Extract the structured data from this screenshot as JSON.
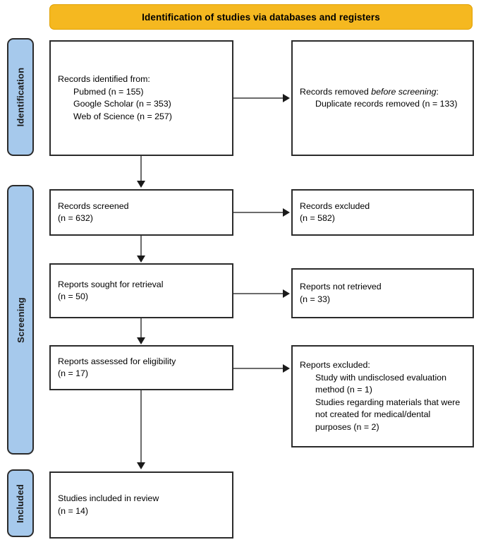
{
  "banner": {
    "title": "Identification of studies via databases and registers"
  },
  "stages": [
    {
      "id": "identification",
      "label": "Identification"
    },
    {
      "id": "screening",
      "label": "Screening"
    },
    {
      "id": "included",
      "label": "Included"
    }
  ],
  "boxes": {
    "records_identified": {
      "title": "Records identified from:",
      "items": [
        "Pubmed (n = 155)",
        "Google Scholar (n = 353)",
        "Web of Science (n = 257)"
      ]
    },
    "records_removed": {
      "title_lead": "Records removed ",
      "title_italic": "before screening",
      "title_tail": ":",
      "items": [
        "Duplicate records removed (n = 133)"
      ]
    },
    "records_screened": {
      "title": "Records screened",
      "count": "(n = 632)"
    },
    "records_excluded": {
      "title": "Records excluded",
      "count": "(n = 582)"
    },
    "reports_sought": {
      "title": "Reports sought for retrieval",
      "count": "(n = 50)"
    },
    "reports_not_retrieved": {
      "title": "Reports not retrieved",
      "count": "(n = 33)"
    },
    "reports_assessed": {
      "title": "Reports assessed for eligibility",
      "count": "(n = 17)"
    },
    "reports_excluded": {
      "title": "Reports excluded:",
      "items": [
        "Study with undisclosed evaluation method (n = 1)",
        "Studies regarding materials that were not created for medical/dental purposes (n = 2)"
      ]
    },
    "studies_included": {
      "title": "Studies included in review",
      "count": "(n = 14)"
    }
  },
  "colors": {
    "banner_fill": "#f5b820",
    "stage_pill_fill": "#a6c9ec",
    "box_border": "#2b2b2b",
    "connector": "#6b6b6b",
    "arrowhead": "#1a1a1a"
  }
}
